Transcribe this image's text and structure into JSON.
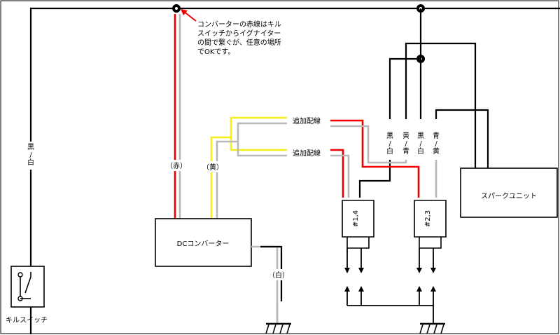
{
  "labels": {
    "note_lines": [
      "コンバーターの赤線はキル",
      "スイッチからイグナイター",
      "の間で繋ぐが、任意の場所",
      "でOKです。"
    ],
    "black_white_left": [
      "黒",
      "/",
      "白"
    ],
    "red_label": "（赤）",
    "yellow_label": "（黄）",
    "white_label": "（白）",
    "extra_wiring_1": "追加配線",
    "extra_wiring_2": "追加配線",
    "dc_converter": "DCコンバーター",
    "spark_unit": "スパークユニット",
    "kill_switch": "キルスイッチ",
    "coil_14": "#1,4",
    "coil_23": "#2,3",
    "wire_codes": [
      [
        "黒",
        "/",
        "白"
      ],
      [
        "黄",
        "/",
        "青"
      ],
      [
        "黒",
        "/",
        "白"
      ],
      [
        "青",
        "/",
        "黄"
      ]
    ]
  },
  "colors": {
    "red": "#ee0000",
    "yellow": "#f6ef1a",
    "gray": "#b8b8b8",
    "black": "#000000"
  }
}
